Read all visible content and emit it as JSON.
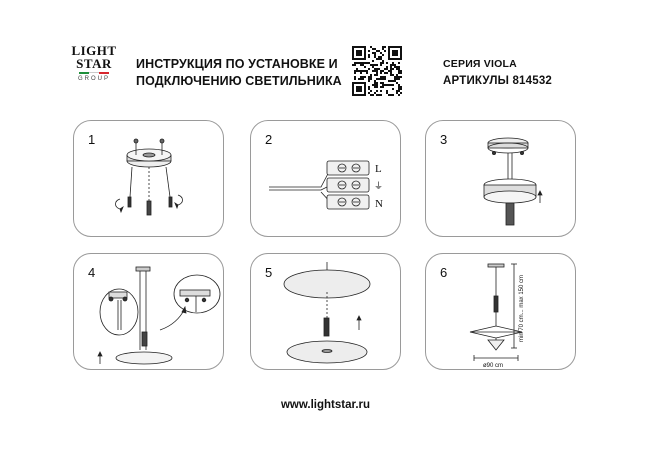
{
  "header": {
    "logo": {
      "line1": "LIGHT",
      "line2": "STAR",
      "line3": "GROUP",
      "flag_colors": [
        "#1e8f3a",
        "#ffffff",
        "#d7262d"
      ]
    },
    "title_line1": "ИНСТРУКЦИЯ ПО УСТАНОВКЕ И",
    "title_line2": "ПОДКЛЮЧЕНИЮ СВЕТИЛЬНИКА",
    "series": "СЕРИЯ VIOLA",
    "sku": "АРТИКУЛЫ 814532"
  },
  "steps": [
    {
      "number": "1"
    },
    {
      "number": "2",
      "labels": {
        "live": "L",
        "earth": "⏚",
        "neutral": "N"
      }
    },
    {
      "number": "3"
    },
    {
      "number": "4"
    },
    {
      "number": "5"
    },
    {
      "number": "6",
      "dimensions": {
        "height": "min 70 cm... max 150 cm",
        "diameter": "ø90 cm"
      }
    }
  ],
  "footer": {
    "url": "www.lightstar.ru"
  }
}
